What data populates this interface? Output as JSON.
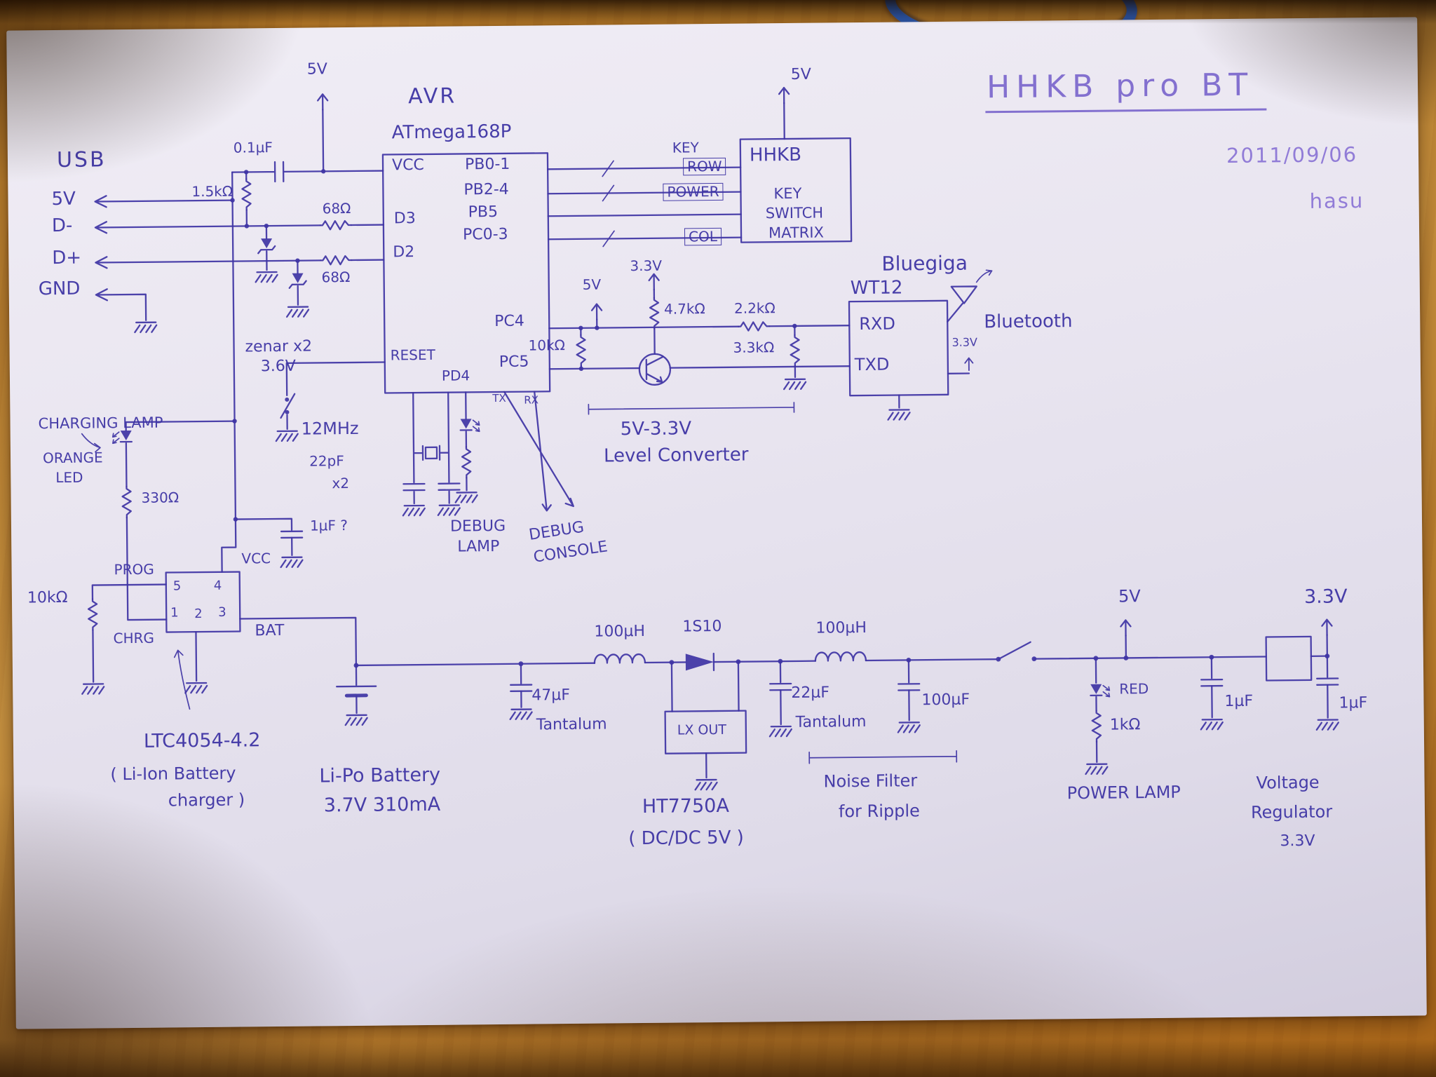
{
  "photo": {
    "desk_color": "#b4731e",
    "paper_color": "#e9e5f0",
    "ink_color": "#3f35a5",
    "title_ink_color": "#7e6ace",
    "date_ink_color": "#8d77d6",
    "cable_color": "#2e66cc"
  },
  "title_block": {
    "title": "HHKB pro BT",
    "date": "2011/09/06",
    "author": "hasu"
  },
  "usb": {
    "heading": "USB",
    "pin_5v": "5V",
    "pin_dminus": "D-",
    "pin_dplus": "D+",
    "pin_gnd": "GND",
    "decoupling_cap": "0.1μF",
    "pullup_res": "1.5kΩ",
    "series_res_dm": "68Ω",
    "series_res_dp": "68Ω",
    "zener_note": "zenar x2",
    "zener_voltage": "3.6V"
  },
  "avr": {
    "heading": "AVR",
    "part": "ATmega168P",
    "rail_5v": "5V",
    "pin_vcc": "VCC",
    "pin_d3": "D3",
    "pin_d2": "D2",
    "pin_reset": "RESET",
    "pin_pb01": "PB0-1",
    "pin_pb24": "PB2-4",
    "pin_pb5": "PB5",
    "pin_pc03": "PC0-3",
    "pin_pc4": "PC4",
    "pin_pc5": "PC5",
    "pin_pd4": "PD4",
    "crystal": "12MHz",
    "crystal_caps": "22pF",
    "crystal_caps_qty": "x2",
    "tx": "TX",
    "rx": "RX"
  },
  "debug": {
    "lamp_line1": "DEBUG",
    "lamp_line2": "LAMP",
    "console_line1": "DEBUG",
    "console_line2": "CONSOLE"
  },
  "keyboard": {
    "rail_5v": "5V",
    "name": "HHKB",
    "wire_key": "KEY",
    "wire_row": "ROW",
    "wire_power": "POWER",
    "wire_col": "COL",
    "box_line1": "KEY",
    "box_line2": "SWITCH",
    "box_line3": "MATRIX"
  },
  "bluetooth": {
    "vendor": "Bluegiga",
    "module": "WT12",
    "pin_rxd": "RXD",
    "pin_txd": "TXD",
    "antenna": "Bluetooth",
    "rail_33": "3.3V"
  },
  "level_converter": {
    "rail_5v": "5V",
    "rail_33": "3.3V",
    "res_pullup": "4.7kΩ",
    "res_series": "2.2kΩ",
    "res_divider": "3.3kΩ",
    "res_10k": "10kΩ",
    "caption_line1": "5V-3.3V",
    "caption_line2": "Level Converter"
  },
  "charger": {
    "lamp_caption": "CHARGING LAMP",
    "led_line1": "ORANGE",
    "led_line2": "LED",
    "res_330": "330Ω",
    "res_10k": "10kΩ",
    "pin_prog": "PROG",
    "pin_chrg": "CHRG",
    "pin_vcc": "VCC",
    "pin_bat": "BAT",
    "pin_5": "5",
    "pin_4": "4",
    "pin_1": "1",
    "pin_2": "2",
    "pin_3": "3",
    "cap": "1μF ?",
    "part": "LTC4054-4.2",
    "desc_line1": "( Li-Ion Battery",
    "desc_line2": "charger )"
  },
  "battery": {
    "name": "Li-Po Battery",
    "spec": "3.7V 310mA"
  },
  "dcdc": {
    "inductor1": "100μH",
    "diode": "1S10",
    "inductor2": "100μH",
    "cap_in": "47μF",
    "cap_in_type": "Tantalum",
    "chip_pins": "LX OUT",
    "cap_out": "22μF",
    "cap_out_type": "Tantalum",
    "cap_filter": "100μF",
    "part": "HT7750A",
    "desc": "( DC/DC 5V )",
    "filter_line1": "Noise Filter",
    "filter_line2": "for Ripple"
  },
  "power": {
    "rail_5v": "5V",
    "led": "RED",
    "res_1k": "1kΩ",
    "lamp_caption": "POWER LAMP",
    "cap1": "1μF",
    "cap2": "1μF",
    "rail_33": "3.3V",
    "reg_line1": "Voltage",
    "reg_line2": "Regulator",
    "reg_line3": "3.3V"
  }
}
